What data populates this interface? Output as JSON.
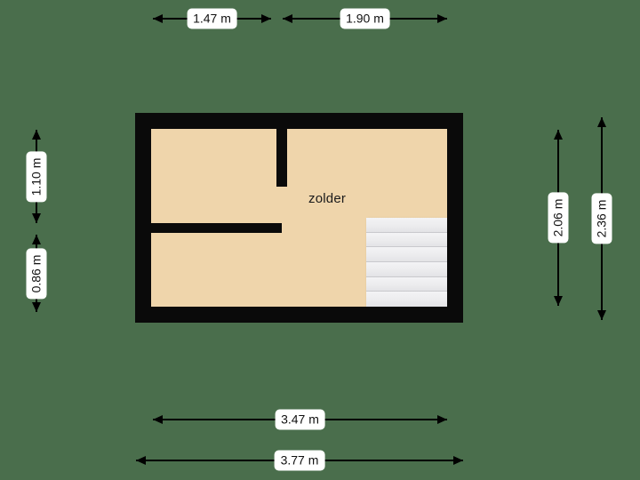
{
  "floorplan": {
    "background_color": "#4a6e4c",
    "wall_color": "#0a0a0a",
    "floor_color": "#efd5ab",
    "stairs_color": "#ececee",
    "room_label": "zolder",
    "stairs": {
      "name": "staircase",
      "tread_count": 6
    }
  },
  "dimensions": {
    "top": [
      {
        "id": "top-left-segment",
        "value": "1.47 m"
      },
      {
        "id": "top-right-segment",
        "value": "1.90 m"
      }
    ],
    "left": [
      {
        "id": "left-upper-segment",
        "value": "1.10 m"
      },
      {
        "id": "left-lower-segment",
        "value": "0.86 m"
      }
    ],
    "right": [
      {
        "id": "right-inner",
        "value": "2.06 m"
      },
      {
        "id": "right-outer",
        "value": "2.36 m"
      }
    ],
    "bottom": [
      {
        "id": "bottom-inner",
        "value": "3.47 m"
      },
      {
        "id": "bottom-outer",
        "value": "3.77 m"
      }
    ]
  }
}
